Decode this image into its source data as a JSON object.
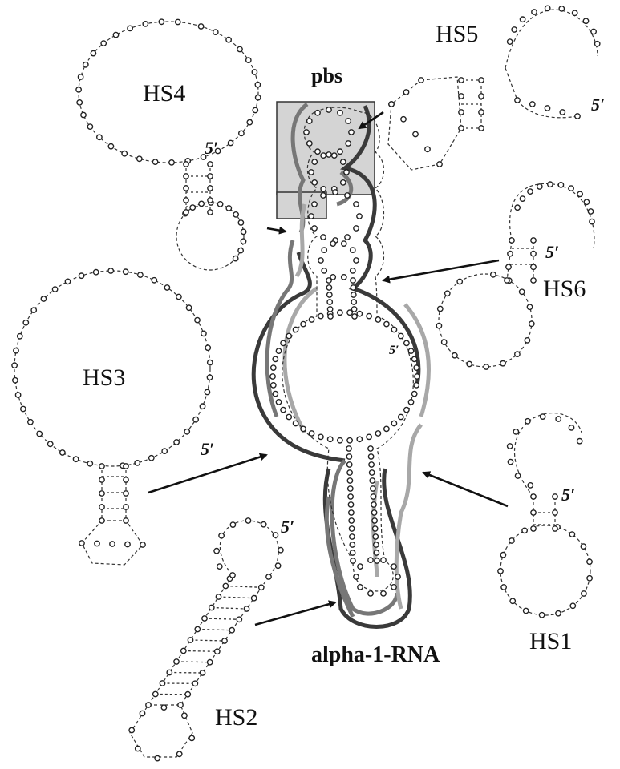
{
  "figure": {
    "pbs_label": "pbs",
    "central_label": "alpha-1-RNA",
    "five_prime": "5′",
    "hairpins": {
      "hs1": "HS1",
      "hs2": "HS2",
      "hs3": "HS3",
      "hs4": "HS4",
      "hs5": "HS5",
      "hs6": "HS6"
    }
  },
  "colors": {
    "dark_band": "#3a3a3a",
    "mid_band": "#777777",
    "light_band": "#a8a8a8",
    "pbs_box": "#d4d4d4",
    "ink": "#111111"
  }
}
